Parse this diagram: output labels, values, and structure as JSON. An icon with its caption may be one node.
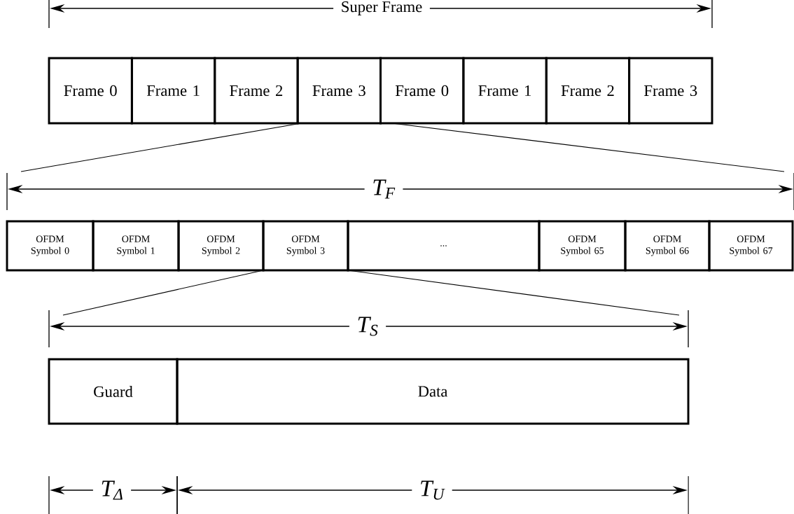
{
  "diagram": {
    "nodes": [
      {
        "text": [
          "Frame 0"
        ]
      },
      {
        "text": [
          "Frame 1"
        ]
      },
      {
        "text": [
          "Frame 2"
        ]
      },
      {
        "text": [
          "Frame 3"
        ]
      },
      {
        "text": [
          "Frame 0"
        ]
      },
      {
        "text": [
          "Frame 1"
        ]
      },
      {
        "text": [
          "Frame 2"
        ]
      },
      {
        "text": [
          "Frame 3"
        ]
      },
      {
        "text": [
          "OFDM Symbol 0"
        ]
      },
      {
        "text": [
          "OFDM Symbol 1"
        ]
      },
      {
        "text": [
          "OFDM Symbol 2"
        ]
      },
      {
        "text": [
          "OFDM Symbol 3"
        ]
      },
      {
        "text": [
          "..."
        ]
      },
      {
        "text": [
          "OFDM Symbol 65"
        ]
      },
      {
        "text": [
          "OFDM Symbol 66"
        ]
      },
      {
        "text": [
          "OFDM Symbol 67"
        ]
      },
      {
        "text": [
          "Guard"
        ]
      },
      {
        "text": [
          "Data"
        ]
      }
    ],
    "edges": [],
    "labels": [
      "Super Frame",
      "T$_{F}$",
      "T$_{S}$",
      "T$_{Δ}$",
      "T$_{U}$"
    ]
  }
}
